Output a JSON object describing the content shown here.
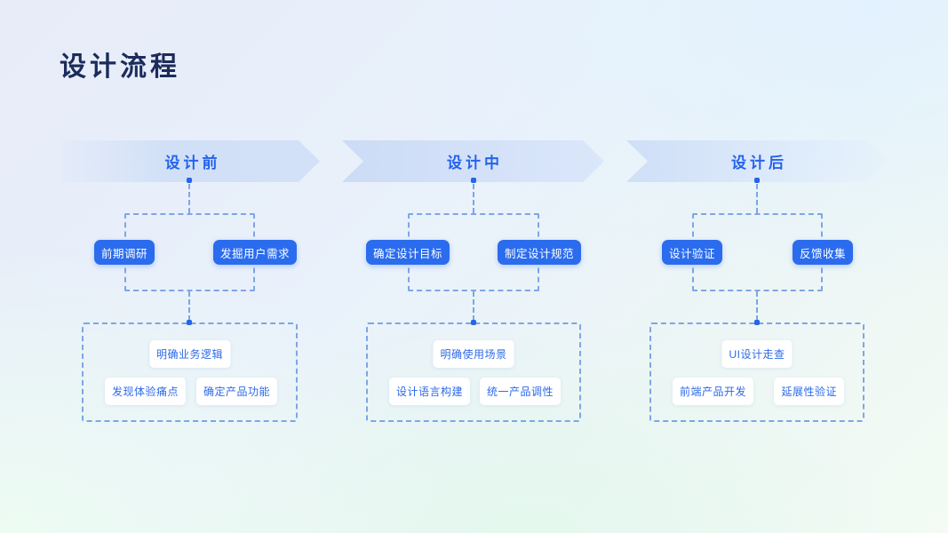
{
  "page": {
    "title": "设计流程"
  },
  "colors": {
    "title_text": "#1b2c5c",
    "accent_blue": "#2563eb",
    "pill_background": "#2b6cee",
    "connector_dash": "#7da6e6",
    "banner_fill": "#cfdff7",
    "label_background": "#ffffff"
  },
  "phases": [
    {
      "header": "设计前",
      "branches": [
        {
          "label": "前期调研"
        },
        {
          "label": "发掘用户需求"
        }
      ],
      "outputs": [
        {
          "label": "明确业务逻辑"
        },
        {
          "label": "发现体验痛点"
        },
        {
          "label": "确定产品功能"
        }
      ]
    },
    {
      "header": "设计中",
      "branches": [
        {
          "label": "确定设计目标"
        },
        {
          "label": "制定设计规范"
        }
      ],
      "outputs": [
        {
          "label": "明确使用场景"
        },
        {
          "label": "设计语言构建"
        },
        {
          "label": "统一产品调性"
        }
      ]
    },
    {
      "header": "设计后",
      "branches": [
        {
          "label": "设计验证"
        },
        {
          "label": "反馈收集"
        }
      ],
      "outputs": [
        {
          "label": "UI设计走查"
        },
        {
          "label": "前端产品开发"
        },
        {
          "label": "延展性验证"
        }
      ]
    }
  ]
}
